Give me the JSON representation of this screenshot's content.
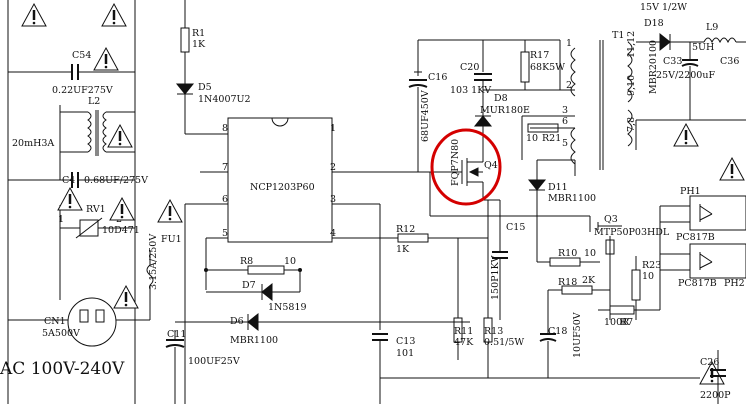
{
  "labels": {
    "r1": "R1",
    "r1_val": "1K",
    "d5": "D5",
    "d5_val": "1N4007U2",
    "c54": "C54",
    "c54_val": "0.22UF275V",
    "l2": "L2",
    "l2_val": "20mH3A",
    "c4": "C4",
    "c4_val": "0.68UF/275V",
    "rv1": "RV1",
    "rv1_val": "10D471",
    "fu1": "FU1",
    "fu1_val": "3.15A/250V",
    "cn1": "CN1",
    "cn1_val": "5A500V",
    "ac_input": "AC 100V-240V",
    "c11": "C11",
    "c11_val": "100UF25V",
    "ic": "NCP1203P60",
    "c16": "C16",
    "c16_val": "68UF450V",
    "c20": "C20",
    "c20_val": "103 1KV",
    "r17": "R17",
    "r17_val": "68K5W",
    "d8": "D8",
    "d8_val": "MUR180E",
    "q4": "Q4",
    "q4_val": "FQP7N80",
    "r21": "R21",
    "r21_val": "10",
    "d11": "D11",
    "d11_val": "MBR1100",
    "q3": "Q3",
    "q3_val": "MTP50P03HDL",
    "r10": "R10",
    "r10_val": "10",
    "r12": "R12",
    "r12_val": "1K",
    "c15": "C15",
    "c15_val": "150P1KV",
    "r8": "R8",
    "r8_val": "10",
    "d7": "D7",
    "d7_val": "1N5819",
    "d6": "D6",
    "d6_val": "MBR1100",
    "r11": "R11",
    "r11_val": "47K",
    "r13": "R13",
    "r13_val": "0.51/5W",
    "c18": "C18",
    "c18_val": "10UF50V",
    "c13": "C13",
    "c13_val": "101",
    "r18": "R18",
    "r18_val": "2K",
    "r7": "R7",
    "r7_val": "100R",
    "r23": "R23",
    "r23_val": "10",
    "t1": "T1",
    "d18": "D18",
    "d18_val": "MBR20100",
    "l9": "L9",
    "l9_val": "5UH",
    "c33": "C33",
    "c33_val": "25V/2200uF",
    "c36": "C36",
    "top_partial": "15V 1/2W",
    "ph1": "PH1",
    "ph1_val": "PC817B",
    "ph2": "PH2",
    "ph2_val": "PC817B",
    "c26": "C26",
    "c26_val": "2200P",
    "pins": {
      "p1": "1",
      "p2": "2",
      "p3": "3",
      "p4": "4",
      "p5": "5",
      "p6": "6",
      "p7": "7",
      "p8": "8"
    },
    "xfmr_pins": {
      "t1": "1",
      "t2": "2",
      "t3": "3",
      "t5": "5",
      "t6": "6",
      "t7": "7,8",
      "t9": "9,10",
      "t11": "11,12"
    },
    "misc": {
      "rv1_l": "1",
      "rv1_r": "2"
    }
  },
  "colors": {
    "line": "#111111",
    "highlight_circle": "#d40000",
    "warning_fill": "#ffffff"
  },
  "icons": {
    "warning": "warning-triangle-icon"
  }
}
